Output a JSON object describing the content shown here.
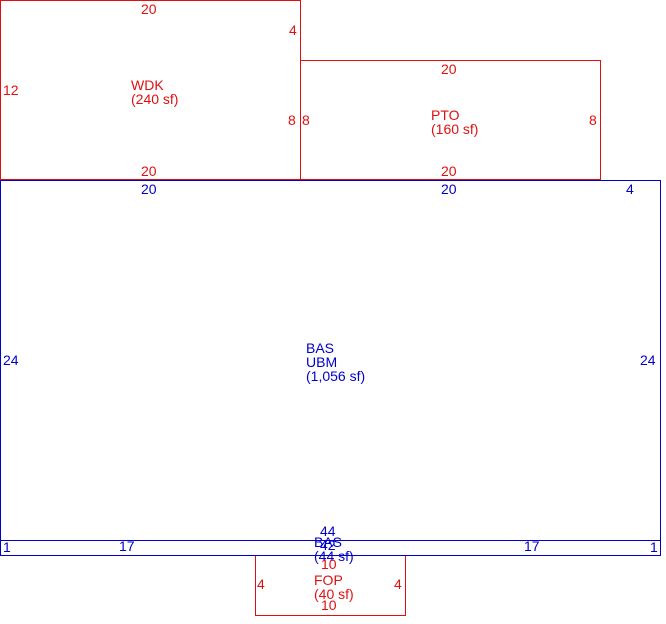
{
  "colors": {
    "red": "#e01010",
    "blue": "#0000cc"
  },
  "wdk": {
    "name": "WDK",
    "area": "(240 sf)",
    "top": "20",
    "right_top": "4",
    "left": "12",
    "right_bottom": "8",
    "bottom": "20"
  },
  "pto": {
    "name": "PTO",
    "area": "(160 sf)",
    "top": "20",
    "left": "8",
    "right": "8",
    "bottom": "20"
  },
  "bas": {
    "name": "BAS",
    "sub": "UBM",
    "area": "(1,056 sf)",
    "top_left": "20",
    "top_mid": "20",
    "top_right": "4",
    "left": "24",
    "right": "24",
    "bottom": "44"
  },
  "bas_strip": {
    "name": "BAS",
    "area": "(44 sf)",
    "left_end": "1",
    "left_run": "17",
    "bottom": "42",
    "right_run": "17",
    "right_end": "1"
  },
  "fop": {
    "name": "FOP",
    "area": "(40 sf)",
    "top": "10",
    "left": "4",
    "right": "4",
    "bottom": "10"
  }
}
